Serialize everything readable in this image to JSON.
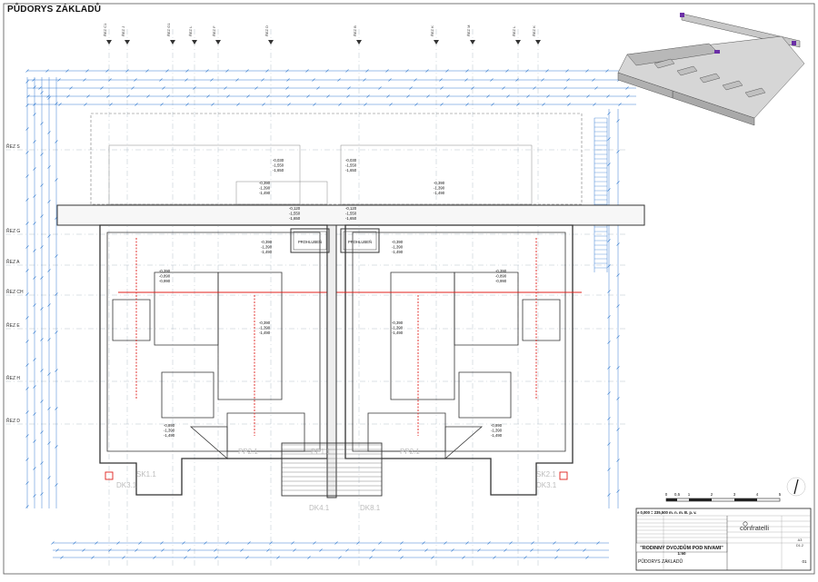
{
  "sheet": {
    "title": "PŮDORYS ZÁKLADŮ"
  },
  "sections_top": [
    {
      "label": "ŘEZ C1"
    },
    {
      "label": "ŘEZ J"
    },
    {
      "label": "ŘEZ G1"
    },
    {
      "label": "ŘEZ L"
    },
    {
      "label": "ŘEZ F"
    },
    {
      "label": "ŘEZ D"
    },
    {
      "label": "ŘEZ B"
    },
    {
      "label": "ŘEZ K"
    },
    {
      "label": "ŘEZ M"
    },
    {
      "label": "ŘEZ L"
    },
    {
      "label": "ŘEZ K"
    }
  ],
  "sections_left": [
    {
      "label": "ŘEZ S"
    },
    {
      "label": "ŘEZ G"
    },
    {
      "label": "ŘEZ A"
    },
    {
      "label": "ŘEZ CH"
    },
    {
      "label": "ŘEZ E"
    },
    {
      "label": "ŘEZ H"
    },
    {
      "label": "ŘEZ D"
    }
  ],
  "openings": [
    {
      "label": "PROHLUBEŇ"
    },
    {
      "label": "PROHLUBEŇ"
    }
  ],
  "levels": [
    {
      "v": [
        "-0,030",
        "-1,550",
        "-1,650"
      ]
    },
    {
      "v": [
        "-0,030",
        "-1,550",
        "-1,650"
      ]
    },
    {
      "v": [
        "-0,390",
        "-1,390",
        "-1,490"
      ]
    },
    {
      "v": [
        "-0,390",
        "-1,390",
        "-1,490"
      ]
    },
    {
      "v": [
        "-0,120",
        "-1,550",
        "-1,650"
      ]
    },
    {
      "v": [
        "-0,120",
        "-1,550",
        "-1,650"
      ]
    },
    {
      "v": [
        "-0,390",
        "-1,390",
        "-1,490"
      ]
    },
    {
      "v": [
        "-0,390",
        "-1,390",
        "-1,490"
      ]
    },
    {
      "v": [
        "-0,390",
        "-0,890",
        "-0,990"
      ]
    },
    {
      "v": [
        "-0,390",
        "-0,890",
        "-0,990"
      ]
    },
    {
      "v": [
        "-0,390",
        "-1,390",
        "-1,490"
      ]
    },
    {
      "v": [
        "-0,390",
        "-1,390",
        "-1,490"
      ]
    },
    {
      "v": [
        "-0,890",
        "-1,390",
        "-1,490"
      ]
    },
    {
      "v": [
        "-0,890",
        "-1,390",
        "-1,490"
      ]
    }
  ],
  "zones": [
    {
      "label": "PP2.1"
    },
    {
      "label": "PP1.1"
    },
    {
      "label": "PP2.1"
    },
    {
      "label": "SK1.1"
    },
    {
      "label": "SK2.1"
    },
    {
      "label": "DK3.1"
    },
    {
      "label": "DK3.1"
    },
    {
      "label": "DK4.1"
    },
    {
      "label": "DK8.1"
    }
  ],
  "scale_bar": {
    "ticks": [
      "0",
      "0,5",
      "1",
      "2",
      "3",
      "4",
      "5"
    ]
  },
  "title_block": {
    "datum": "± 0,000 = 235,500 m. n. m. B. p. v.",
    "project": "\"RODINNÝ DVOJDŮM POD NIVAMI\"",
    "drawing": "PŮDORYS ZÁKLADŮ",
    "scale": "1:50",
    "sheet_no": "01",
    "company": "confratelli",
    "format": "A3",
    "part": "D1.2"
  },
  "colors": {
    "line": "#333333",
    "dim": "#3b7fd1",
    "red": "#e0201c",
    "purple": "#6b2fa6"
  }
}
